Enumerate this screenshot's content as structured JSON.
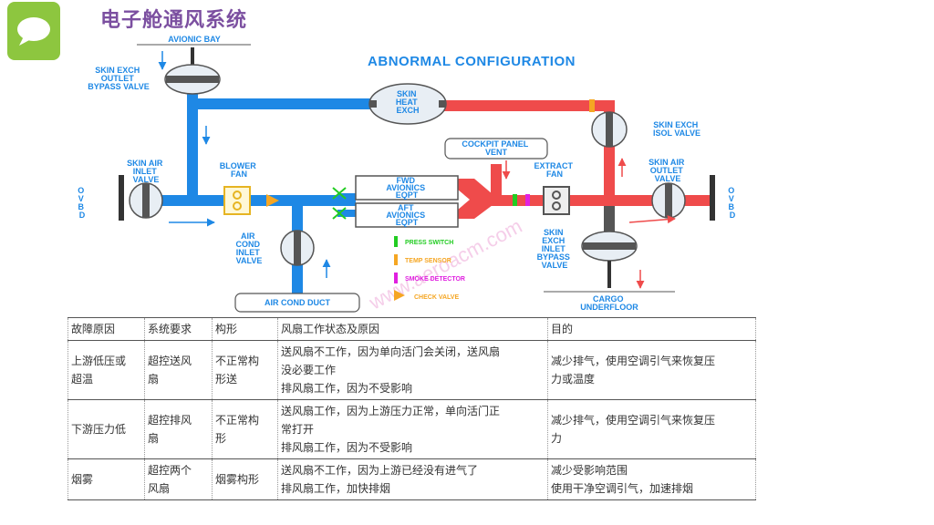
{
  "title": "电子舱通风系统",
  "icons": {
    "logo": "chat-bubble-icon"
  },
  "colors": {
    "blue": "#1e88e5",
    "red": "#ef4b4b",
    "green": "#22cc22",
    "orange": "#f5a623",
    "magenta": "#e020e0",
    "title": "#7b4fa0"
  },
  "diagram": {
    "config_title": "ABNORMAL CONFIGURATION",
    "avionic_bay": "AVIONIC BAY",
    "skin_exch_outlet_bypass": [
      "SKIN EXCH",
      "OUTLET",
      "BYPASS VALVE"
    ],
    "skin_heat_exch": [
      "SKIN",
      "HEAT",
      "EXCH"
    ],
    "skin_exch_isol": [
      "SKIN EXCH",
      "ISOL VALVE"
    ],
    "cockpit_panel_vent": [
      "COCKPIT PANEL",
      "VENT"
    ],
    "skin_air_inlet": [
      "SKIN AIR",
      "INLET",
      "VALVE"
    ],
    "blower_fan": [
      "BLOWER",
      "FAN"
    ],
    "fwd_avionics": [
      "FWD",
      "AVIONICS",
      "EQPT"
    ],
    "aft_avionics": [
      "AFT",
      "AVIONICS",
      "EQPT"
    ],
    "extract_fan": [
      "EXTRACT",
      "FAN"
    ],
    "skin_air_outlet": [
      "SKIN AIR",
      "OUTLET",
      "VALVE"
    ],
    "ovbd_left": [
      "O",
      "V",
      "B",
      "D"
    ],
    "ovbd_right": [
      "O",
      "V",
      "B",
      "D"
    ],
    "air_cond_inlet": [
      "AIR",
      "COND",
      "INLET",
      "VALVE"
    ],
    "skin_exch_inlet_bypass": [
      "SKIN",
      "EXCH",
      "INLET",
      "BYPASS",
      "VALVE"
    ],
    "air_cond_duct": "AIR COND DUCT",
    "cargo_underfloor": [
      "CARGO",
      "UNDERFLOOR"
    ],
    "legend": {
      "press_switch": "PRESS SWITCH",
      "temp_sensor": "TEMP SENSOR",
      "smoke_detector": "SMOKE DETECTOR",
      "check_valve": "CHECK VALVE"
    },
    "watermark": "www.aeroacm.com"
  },
  "table": {
    "headers": [
      "故障原因",
      "系统要求",
      "构形",
      "风扇工作状态及原因",
      "目的"
    ],
    "rows": [
      {
        "cause": [
          "上游低压或",
          "超温"
        ],
        "req": [
          "超控送风",
          "扇"
        ],
        "config": [
          "不正常构",
          "形送"
        ],
        "fan": [
          "送风扇不工作，因为单向活门会关闭，送风扇",
          "没必要工作",
          "排风扇工作，因为不受影响"
        ],
        "purpose": [
          "减少排气，使用空调引气来恢复压",
          "力或温度"
        ]
      },
      {
        "cause": [
          "下游压力低"
        ],
        "req": [
          "超控排风",
          "扇"
        ],
        "config": [
          "不正常构",
          "形"
        ],
        "fan": [
          "送风扇工作，因为上游压力正常，单向活门正",
          "常打开",
          "排风扇工作，因为不受影响"
        ],
        "purpose": [
          "减少排气，使用空调引气来恢复压",
          "力"
        ]
      },
      {
        "cause": [
          "烟雾"
        ],
        "req": [
          "超控两个",
          "风扇"
        ],
        "config": [
          "烟雾构形"
        ],
        "fan": [
          "送风扇不工作，因为上游已经没有进气了",
          "排风扇工作，加快排烟"
        ],
        "purpose": [
          "减少受影响范围",
          "使用干净空调引气，加速排烟"
        ]
      }
    ]
  }
}
